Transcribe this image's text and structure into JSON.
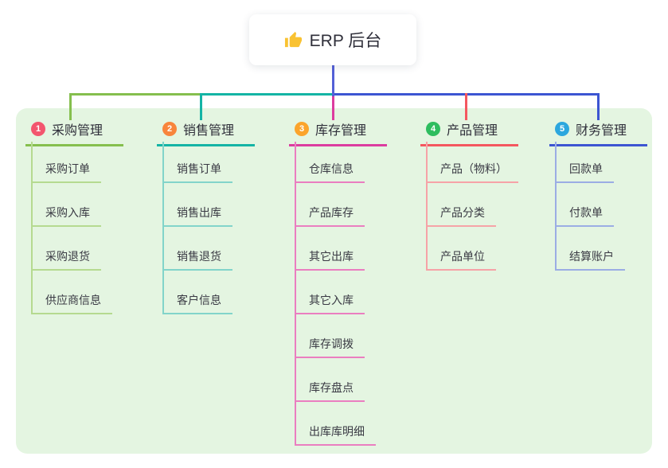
{
  "root": {
    "title": "ERP 后台",
    "icon": "thumbs-up-icon",
    "icon_color": "#f9c232"
  },
  "panel": {
    "background": "#e4f5e1"
  },
  "connector": {
    "stem_color": "#5460d7"
  },
  "branches": [
    {
      "number": "1",
      "label": "采购管理",
      "badge_color": "#f3566e",
      "line_color": "#85bf4e",
      "child_line_color": "#b5da90",
      "children": [
        "采购订单",
        "采购入库",
        "采购退货",
        "供应商信息"
      ]
    },
    {
      "number": "2",
      "label": "销售管理",
      "badge_color": "#f8853c",
      "line_color": "#14b4a5",
      "child_line_color": "#82d4ca",
      "children": [
        "销售订单",
        "销售出库",
        "销售退货",
        "客户信息"
      ]
    },
    {
      "number": "3",
      "label": "库存管理",
      "badge_color": "#fba42b",
      "line_color": "#dc3c9f",
      "child_line_color": "#ea7ec0",
      "children": [
        "仓库信息",
        "产品库存",
        "其它出库",
        "其它入库",
        "库存调拨",
        "库存盘点",
        "出库库明细"
      ]
    },
    {
      "number": "4",
      "label": "产品管理",
      "badge_color": "#2ebd5f",
      "line_color": "#f4575f",
      "child_line_color": "#f6a3a7",
      "children": [
        "产品（物料）",
        "产品分类",
        "产品单位"
      ]
    },
    {
      "number": "5",
      "label": "财务管理",
      "badge_color": "#2ca7de",
      "line_color": "#3c55d2",
      "child_line_color": "#9bade4",
      "children": [
        "回款单",
        "付款单",
        "结算账户"
      ]
    }
  ]
}
